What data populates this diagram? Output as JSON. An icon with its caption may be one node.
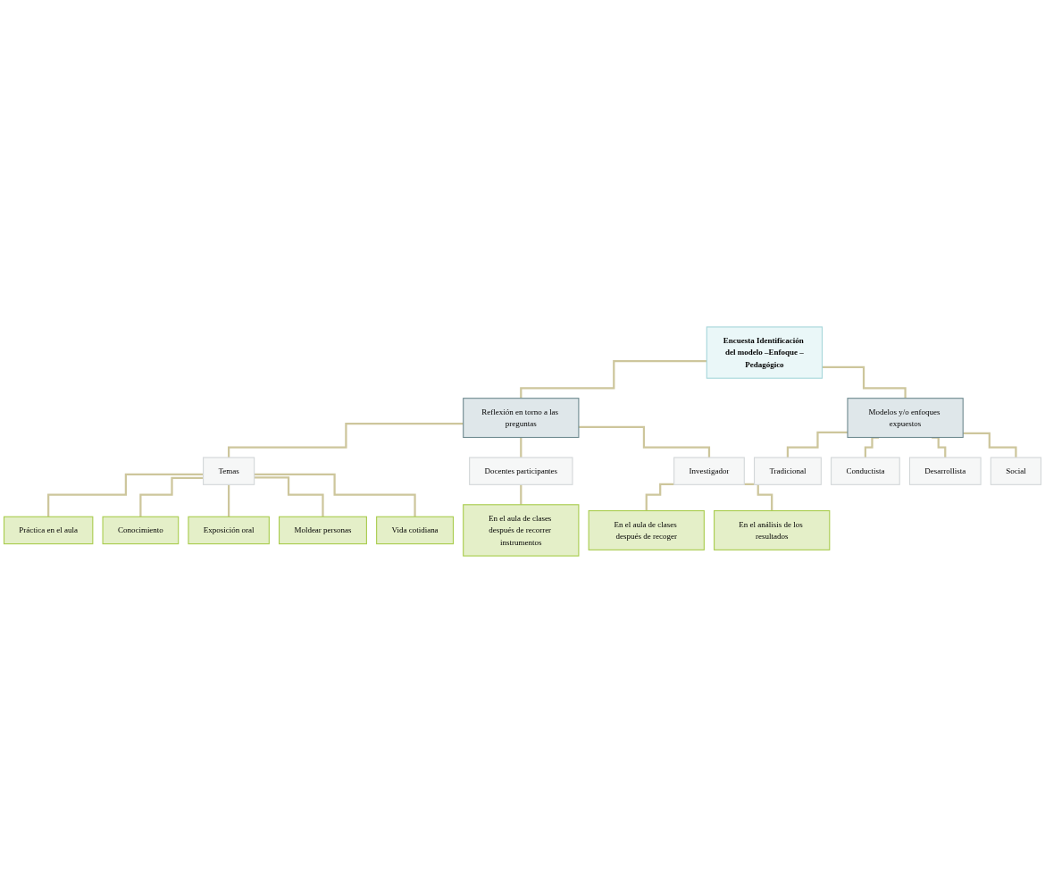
{
  "diagram": {
    "nodes": [
      {
        "text": [
          "Encuesta Identificación del modelo –Enfoque –Pedagógico"
        ]
      },
      {
        "text": [
          "Reflexión en torno a las preguntas"
        ]
      },
      {
        "text": [
          "Modelos y/o enfoques expuestos"
        ]
      },
      {
        "text": [
          "Temas"
        ]
      },
      {
        "text": [
          "Docentes participantes"
        ]
      },
      {
        "text": [
          "Investigador"
        ]
      },
      {
        "text": [
          "Tradicional"
        ]
      },
      {
        "text": [
          "Conductista"
        ]
      },
      {
        "text": [
          "Desarrollista"
        ]
      },
      {
        "text": [
          "Social"
        ]
      },
      {
        "text": [
          "Práctica en el aula"
        ]
      },
      {
        "text": [
          "En el aula de clases después de recorrer instrumentos"
        ]
      },
      {
        "text": [
          "En el aula de clases después de recoger"
        ]
      },
      {
        "text": [
          "Conocimiento"
        ]
      },
      {
        "text": [
          "En el análisis de los resultados"
        ]
      },
      {
        "text": [
          "Exposición oral"
        ]
      },
      {
        "text": [
          "Moldear personas"
        ]
      },
      {
        "text": [
          "Vida cotidiana"
        ]
      }
    ],
    "edges": [
      {
        "from": 0,
        "to": 1,
        "arrow": "none"
      },
      {
        "from": 0,
        "to": 2,
        "arrow": "none"
      },
      {
        "from": 1,
        "to": 3,
        "arrow": "none"
      },
      {
        "from": 1,
        "to": 4,
        "arrow": "none"
      },
      {
        "from": 1,
        "to": 5,
        "arrow": "none"
      },
      {
        "from": 2,
        "to": 6,
        "arrow": "none"
      },
      {
        "from": 2,
        "to": 7,
        "arrow": "none"
      },
      {
        "from": 2,
        "to": 8,
        "arrow": "none"
      },
      {
        "from": 2,
        "to": 9,
        "arrow": "none"
      },
      {
        "from": 3,
        "to": 10,
        "arrow": "none"
      },
      {
        "from": 4,
        "to": 11,
        "arrow": "none"
      },
      {
        "from": 5,
        "to": 12,
        "arrow": "none"
      },
      {
        "from": 3,
        "to": 13,
        "arrow": "none"
      },
      {
        "from": 5,
        "to": 14,
        "arrow": "none"
      },
      {
        "from": 3,
        "to": 15,
        "arrow": "none"
      },
      {
        "from": 3,
        "to": 16,
        "arrow": "none"
      },
      {
        "from": 3,
        "to": 17,
        "arrow": "none"
      }
    ]
  }
}
